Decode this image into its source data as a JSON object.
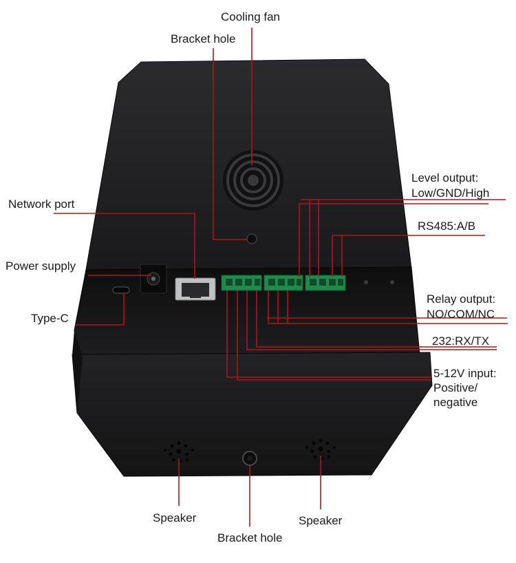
{
  "labels": {
    "cooling_fan": "Cooling fan",
    "bracket_hole_top": "Bracket hole",
    "level_output_1": "Level output:",
    "level_output_2": "Low/GND/High",
    "network_port": "Network port",
    "rs485": "RS485:A/B",
    "power_supply": "Power supply",
    "relay_output_1": "Relay output:",
    "relay_output_2": "NO/COM/NC",
    "type_c": "Type-C",
    "rs232": "232:RX/TX",
    "input_1": "5-12V input:",
    "input_2": "Positive/",
    "input_3": "negative",
    "speaker_left": "Speaker",
    "speaker_right": "Speaker",
    "bracket_hole_bottom": "Bracket hole"
  },
  "colors": {
    "leader_line": "#b0141c",
    "device_body": "#1c1c1e",
    "device_face": "#2a2a2c",
    "terminal_green": "#1f8a4c",
    "label_text": "#1a1a1a"
  }
}
